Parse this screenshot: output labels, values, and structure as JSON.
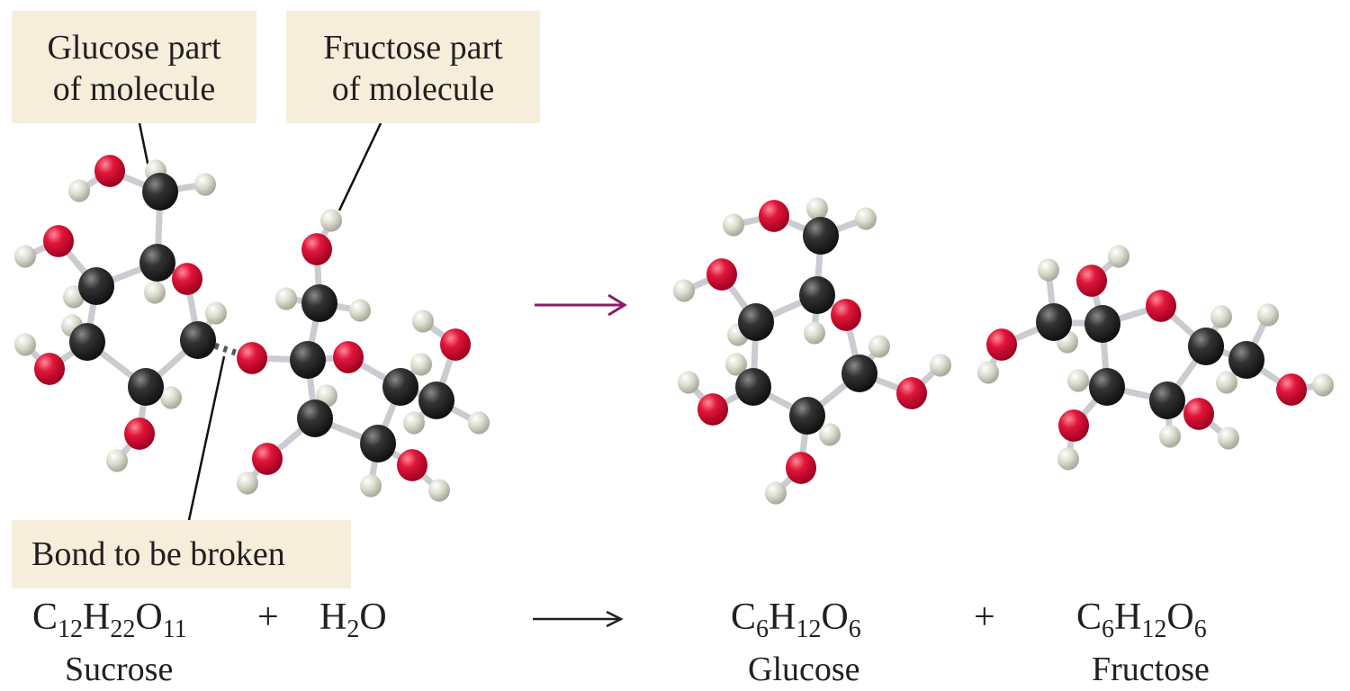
{
  "callouts": {
    "glucose_part": [
      "Glucose part",
      "of molecule"
    ],
    "fructose_part": [
      "Fructose part",
      "of molecule"
    ],
    "bond": "Bond to be broken"
  },
  "equation": {
    "reactant1": {
      "formula": [
        [
          "C",
          "12"
        ],
        [
          "H",
          "22"
        ],
        [
          "O",
          "11"
        ]
      ],
      "name": "Sucrose"
    },
    "plus1": "+",
    "reactant2": {
      "formula": [
        [
          "H",
          "2"
        ],
        [
          "O",
          ""
        ]
      ]
    },
    "product1": {
      "formula": [
        [
          "C",
          "6"
        ],
        [
          "H",
          "12"
        ],
        [
          "O",
          "6"
        ]
      ],
      "name": "Glucose"
    },
    "plus2": "+",
    "product2": {
      "formula": [
        [
          "C",
          "6"
        ],
        [
          "H",
          "12"
        ],
        [
          "O",
          "6"
        ]
      ],
      "name": "Fructose"
    }
  },
  "colors": {
    "carbon": "#2b2b2b",
    "oxygen": "#e0163a",
    "hydrogen": "#dcdccf",
    "arrow_top": "#8b1a6b",
    "callout_bg": "#f6eedb"
  }
}
